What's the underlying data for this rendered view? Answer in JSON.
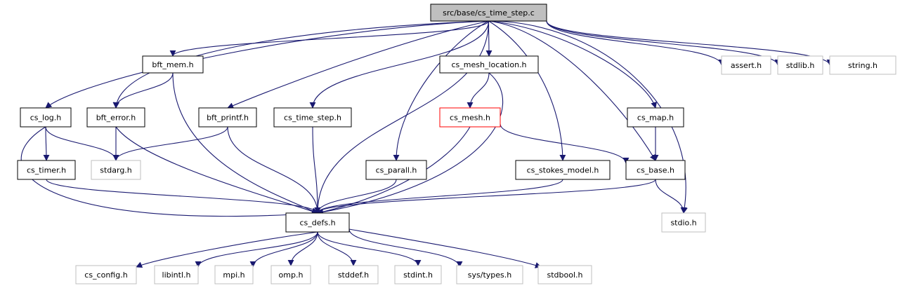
{
  "colors": {
    "edge": "#191970",
    "root_fill": "#bfbfbf",
    "border_black": "#000000",
    "border_gray": "#bfbfbf",
    "border_red": "#ff0000"
  },
  "nodes": [
    {
      "id": "root",
      "label": "src/base/cs_time_step.c",
      "style": "root"
    },
    {
      "id": "bft_mem_h",
      "label": "bft_mem.h",
      "style": "black"
    },
    {
      "id": "cs_mesh_location_h",
      "label": "cs_mesh_location.h",
      "style": "black"
    },
    {
      "id": "assert_h",
      "label": "assert.h",
      "style": "gray"
    },
    {
      "id": "stdlib_h",
      "label": "stdlib.h",
      "style": "gray"
    },
    {
      "id": "string_h",
      "label": "string.h",
      "style": "gray"
    },
    {
      "id": "cs_log_h",
      "label": "cs_log.h",
      "style": "black"
    },
    {
      "id": "bft_error_h",
      "label": "bft_error.h",
      "style": "black"
    },
    {
      "id": "bft_printf_h",
      "label": "bft_printf.h",
      "style": "black"
    },
    {
      "id": "cs_time_step_h",
      "label": "cs_time_step.h",
      "style": "black"
    },
    {
      "id": "cs_mesh_h",
      "label": "cs_mesh.h",
      "style": "red"
    },
    {
      "id": "cs_map_h",
      "label": "cs_map.h",
      "style": "black"
    },
    {
      "id": "cs_timer_h",
      "label": "cs_timer.h",
      "style": "black"
    },
    {
      "id": "stdarg_h",
      "label": "stdarg.h",
      "style": "gray"
    },
    {
      "id": "cs_parall_h",
      "label": "cs_parall.h",
      "style": "black"
    },
    {
      "id": "cs_stokes_model_h",
      "label": "cs_stokes_model.h",
      "style": "black"
    },
    {
      "id": "cs_base_h",
      "label": "cs_base.h",
      "style": "black"
    },
    {
      "id": "cs_defs_h",
      "label": "cs_defs.h",
      "style": "black"
    },
    {
      "id": "stdio_h",
      "label": "stdio.h",
      "style": "gray"
    },
    {
      "id": "cs_config_h",
      "label": "cs_config.h",
      "style": "gray"
    },
    {
      "id": "libintl_h",
      "label": "libintl.h",
      "style": "gray"
    },
    {
      "id": "mpi_h",
      "label": "mpi.h",
      "style": "gray"
    },
    {
      "id": "omp_h",
      "label": "omp.h",
      "style": "gray"
    },
    {
      "id": "stddef_h",
      "label": "stddef.h",
      "style": "gray"
    },
    {
      "id": "stdint_h",
      "label": "stdint.h",
      "style": "gray"
    },
    {
      "id": "sys_types_h",
      "label": "sys/types.h",
      "style": "gray"
    },
    {
      "id": "stdbool_h",
      "label": "stdbool.h",
      "style": "gray"
    }
  ],
  "edges": [
    [
      "root",
      "cs_log_h"
    ],
    [
      "root",
      "bft_error_h"
    ],
    [
      "root",
      "bft_mem_h"
    ],
    [
      "root",
      "bft_printf_h"
    ],
    [
      "root",
      "cs_time_step_h"
    ],
    [
      "root",
      "cs_defs_h"
    ],
    [
      "root",
      "cs_parall_h"
    ],
    [
      "root",
      "cs_mesh_location_h"
    ],
    [
      "root",
      "cs_stokes_model_h"
    ],
    [
      "root",
      "cs_base_h"
    ],
    [
      "root",
      "cs_map_h"
    ],
    [
      "root",
      "stdio_h"
    ],
    [
      "root",
      "assert_h"
    ],
    [
      "root",
      "stdlib_h"
    ],
    [
      "root",
      "string_h"
    ],
    [
      "bft_mem_h",
      "bft_error_h"
    ],
    [
      "bft_mem_h",
      "cs_defs_h"
    ],
    [
      "cs_mesh_location_h",
      "cs_mesh_h"
    ],
    [
      "cs_mesh_location_h",
      "cs_defs_h"
    ],
    [
      "cs_log_h",
      "cs_timer_h"
    ],
    [
      "cs_log_h",
      "stdarg_h"
    ],
    [
      "cs_log_h",
      "cs_defs_h"
    ],
    [
      "bft_error_h",
      "stdarg_h"
    ],
    [
      "bft_error_h",
      "cs_defs_h"
    ],
    [
      "bft_printf_h",
      "stdarg_h"
    ],
    [
      "bft_printf_h",
      "cs_defs_h"
    ],
    [
      "cs_time_step_h",
      "cs_defs_h"
    ],
    [
      "cs_mesh_h",
      "cs_defs_h"
    ],
    [
      "cs_mesh_h",
      "cs_base_h"
    ],
    [
      "cs_map_h",
      "cs_base_h"
    ],
    [
      "cs_timer_h",
      "cs_defs_h"
    ],
    [
      "cs_parall_h",
      "cs_defs_h"
    ],
    [
      "cs_stokes_model_h",
      "cs_defs_h"
    ],
    [
      "cs_base_h",
      "cs_defs_h"
    ],
    [
      "cs_base_h",
      "stdio_h"
    ],
    [
      "cs_defs_h",
      "cs_config_h"
    ],
    [
      "cs_defs_h",
      "libintl_h"
    ],
    [
      "cs_defs_h",
      "mpi_h"
    ],
    [
      "cs_defs_h",
      "omp_h"
    ],
    [
      "cs_defs_h",
      "stddef_h"
    ],
    [
      "cs_defs_h",
      "stdint_h"
    ],
    [
      "cs_defs_h",
      "sys_types_h"
    ],
    [
      "cs_defs_h",
      "stdbool_h"
    ]
  ]
}
